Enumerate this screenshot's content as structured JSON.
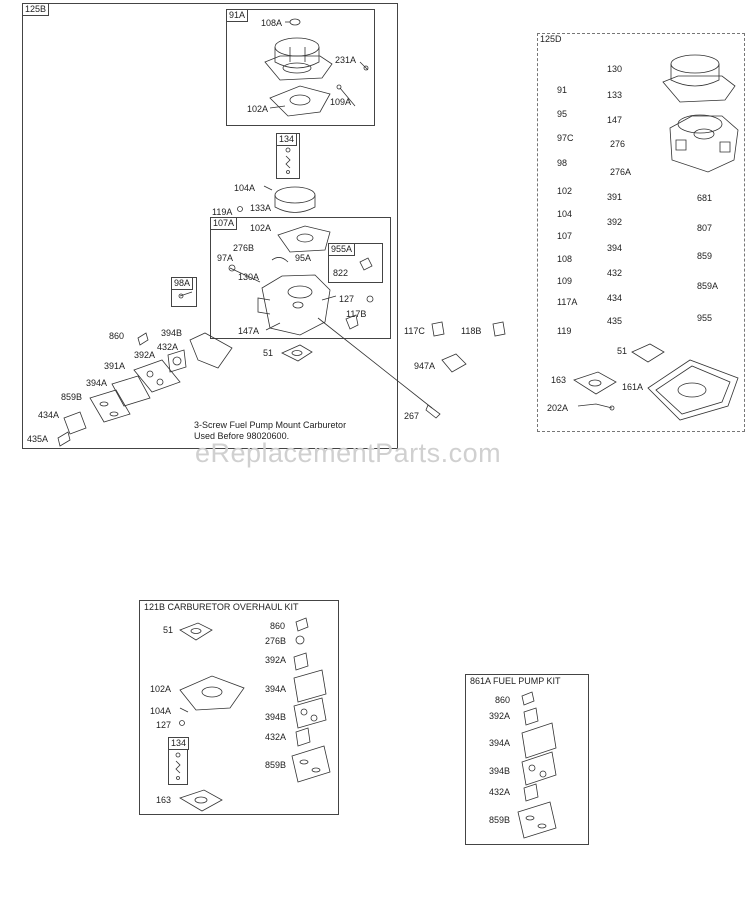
{
  "watermark": "eReplacementParts.com",
  "box_125b": {
    "title": "125B",
    "sub_91a": "91A",
    "sub_134": "134",
    "sub_107a": "107A",
    "sub_955a": "955A",
    "sub_98a": "98A",
    "note_line1": "3-Screw Fuel Pump Mount Carburetor",
    "note_line2": "Used Before 98020600.",
    "labels": {
      "p108a": "108A",
      "p231a": "231A",
      "p102a_top": "102A",
      "p109a": "109A",
      "p104a": "104A",
      "p133a": "133A",
      "p119a": "119A",
      "p102a_mid": "102A",
      "p276b": "276B",
      "p97a": "97A",
      "p95a": "95A",
      "p130a": "130A",
      "p822": "822",
      "p127": "127",
      "p117b": "117B",
      "p147a": "147A",
      "p51": "51",
      "p860": "860",
      "p394b": "394B",
      "p432a": "432A",
      "p392a": "392A",
      "p391a": "391A",
      "p394a": "394A",
      "p859b": "859B",
      "p434a": "434A",
      "p435a": "435A",
      "p117c": "117C",
      "p118b": "118B",
      "p947a": "947A",
      "p267": "267"
    }
  },
  "box_125d": {
    "title": "125D",
    "col1": [
      "91",
      "95",
      "97C",
      "98",
      "102",
      "104",
      "107",
      "108",
      "109",
      "117A",
      "119"
    ],
    "col2": [
      "130",
      "133",
      "147",
      "276",
      "276A",
      "391",
      "392",
      "394",
      "432",
      "434",
      "435"
    ],
    "col3": [
      "681",
      "807",
      "859",
      "859A",
      "955"
    ],
    "p51": "51",
    "p163": "163",
    "p161a": "161A",
    "p202a": "202A"
  },
  "box_121b": {
    "title": "121B CARBURETOR OVERHAUL KIT",
    "sub_134": "134",
    "left": [
      "51",
      "102A",
      "104A",
      "127",
      "163"
    ],
    "right": [
      "860",
      "276B",
      "392A",
      "394A",
      "394B",
      "432A",
      "859B"
    ]
  },
  "box_861a": {
    "title": "861A  FUEL PUMP KIT",
    "right": [
      "860",
      "392A",
      "394A",
      "394B",
      "432A",
      "859B"
    ]
  }
}
